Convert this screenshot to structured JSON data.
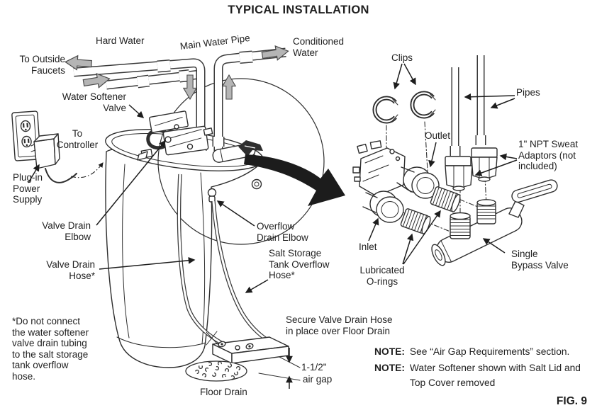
{
  "title": "TYPICAL INSTALLATION",
  "fig_label": "FIG. 9",
  "colors": {
    "line": "#2e2e2e",
    "flow_arrow_fill": "#b5b5b5",
    "zoom_arrow_fill": "#1c1c1c",
    "background": "#ffffff"
  },
  "labels": {
    "to_outside_faucets": "To Outside\nFaucets",
    "hard_water": "Hard Water",
    "main_water_pipe": "Main Water Pipe",
    "conditioned_water": "Conditioned\nWater",
    "water_softener_valve": "Water Softener\nValve",
    "to_controller": "To\nController",
    "plug_in_power_supply": "Plug-in\nPower\nSupply",
    "valve_drain_elbow": "Valve Drain\nElbow",
    "valve_drain_hose": "Valve Drain\nHose*",
    "overflow_drain_elbow": "Overflow\nDrain Elbow",
    "salt_storage_tank_overflow_hose": "Salt Storage\nTank Overflow\nHose*",
    "secure_valve_drain_hose": "Secure Valve Drain Hose\nin place over Floor Drain",
    "air_gap_size": "1-1/2\"",
    "air_gap": "air gap",
    "floor_drain": "Floor Drain",
    "footnote": "*Do not connect\nthe water softener\nvalve drain tubing\nto the salt storage\ntank overflow\nhose.",
    "clips": "Clips",
    "pipes": "Pipes",
    "outlet": "Outlet",
    "npt_sweat_adaptors": "1\" NPT Sweat\nAdaptors (not\nincluded)",
    "inlet": "Inlet",
    "lubricated_o_rings": "Lubricated\nO-rings",
    "single_bypass_valve": "Single\nBypass Valve"
  },
  "notes": [
    {
      "prefix": "NOTE:",
      "text": "See “Air Gap Requirements” section."
    },
    {
      "prefix": "NOTE:",
      "text": "Water Softener shown with Salt Lid and\nTop Cover removed"
    }
  ]
}
